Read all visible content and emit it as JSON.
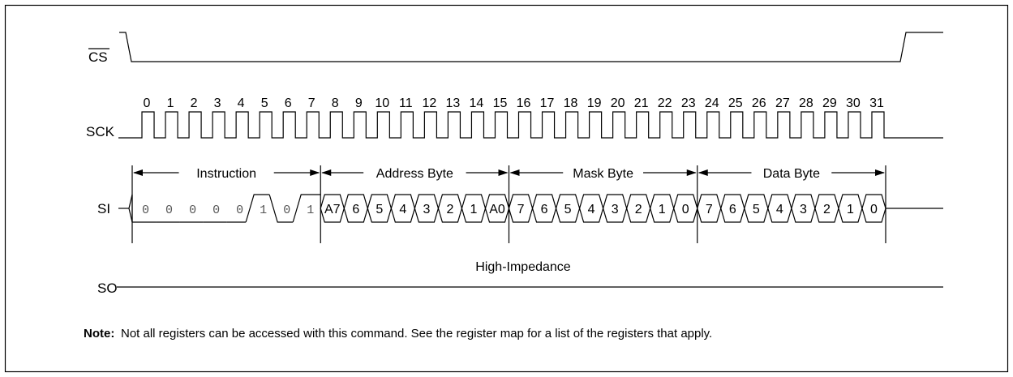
{
  "signals": {
    "cs": "CS",
    "sck": "SCK",
    "si": "SI",
    "so": "SO"
  },
  "clock_numbers": [
    "0",
    "1",
    "2",
    "3",
    "4",
    "5",
    "6",
    "7",
    "8",
    "9",
    "10",
    "11",
    "12",
    "13",
    "14",
    "15",
    "16",
    "17",
    "18",
    "19",
    "20",
    "21",
    "22",
    "23",
    "24",
    "25",
    "26",
    "27",
    "28",
    "29",
    "30",
    "31"
  ],
  "segments": [
    {
      "label": "Instruction"
    },
    {
      "label": "Address Byte"
    },
    {
      "label": "Mask Byte"
    },
    {
      "label": "Data Byte"
    }
  ],
  "si_bits": [
    {
      "text": "0",
      "style": "mono",
      "level": "low"
    },
    {
      "text": "0",
      "style": "mono",
      "level": "low"
    },
    {
      "text": "0",
      "style": "mono",
      "level": "low"
    },
    {
      "text": "0",
      "style": "mono",
      "level": "low"
    },
    {
      "text": "0",
      "style": "mono",
      "level": "low"
    },
    {
      "text": "1",
      "style": "mono",
      "level": "high"
    },
    {
      "text": "0",
      "style": "mono",
      "level": "low"
    },
    {
      "text": "1",
      "style": "mono",
      "level": "high"
    },
    {
      "text": "A7",
      "style": "box"
    },
    {
      "text": "6",
      "style": "box"
    },
    {
      "text": "5",
      "style": "box"
    },
    {
      "text": "4",
      "style": "box"
    },
    {
      "text": "3",
      "style": "box"
    },
    {
      "text": "2",
      "style": "box"
    },
    {
      "text": "1",
      "style": "box"
    },
    {
      "text": "A0",
      "style": "box"
    },
    {
      "text": "7",
      "style": "box"
    },
    {
      "text": "6",
      "style": "box"
    },
    {
      "text": "5",
      "style": "box"
    },
    {
      "text": "4",
      "style": "box"
    },
    {
      "text": "3",
      "style": "box"
    },
    {
      "text": "2",
      "style": "box"
    },
    {
      "text": "1",
      "style": "box"
    },
    {
      "text": "0",
      "style": "box"
    },
    {
      "text": "7",
      "style": "box"
    },
    {
      "text": "6",
      "style": "box"
    },
    {
      "text": "5",
      "style": "box"
    },
    {
      "text": "4",
      "style": "box"
    },
    {
      "text": "3",
      "style": "box"
    },
    {
      "text": "2",
      "style": "box"
    },
    {
      "text": "1",
      "style": "box"
    },
    {
      "text": "0",
      "style": "box"
    }
  ],
  "so_state": "High-Impedance",
  "note": {
    "label": "Note:",
    "text": "Not all registers can be accessed with this command. See the register map for a list of the registers that apply."
  }
}
